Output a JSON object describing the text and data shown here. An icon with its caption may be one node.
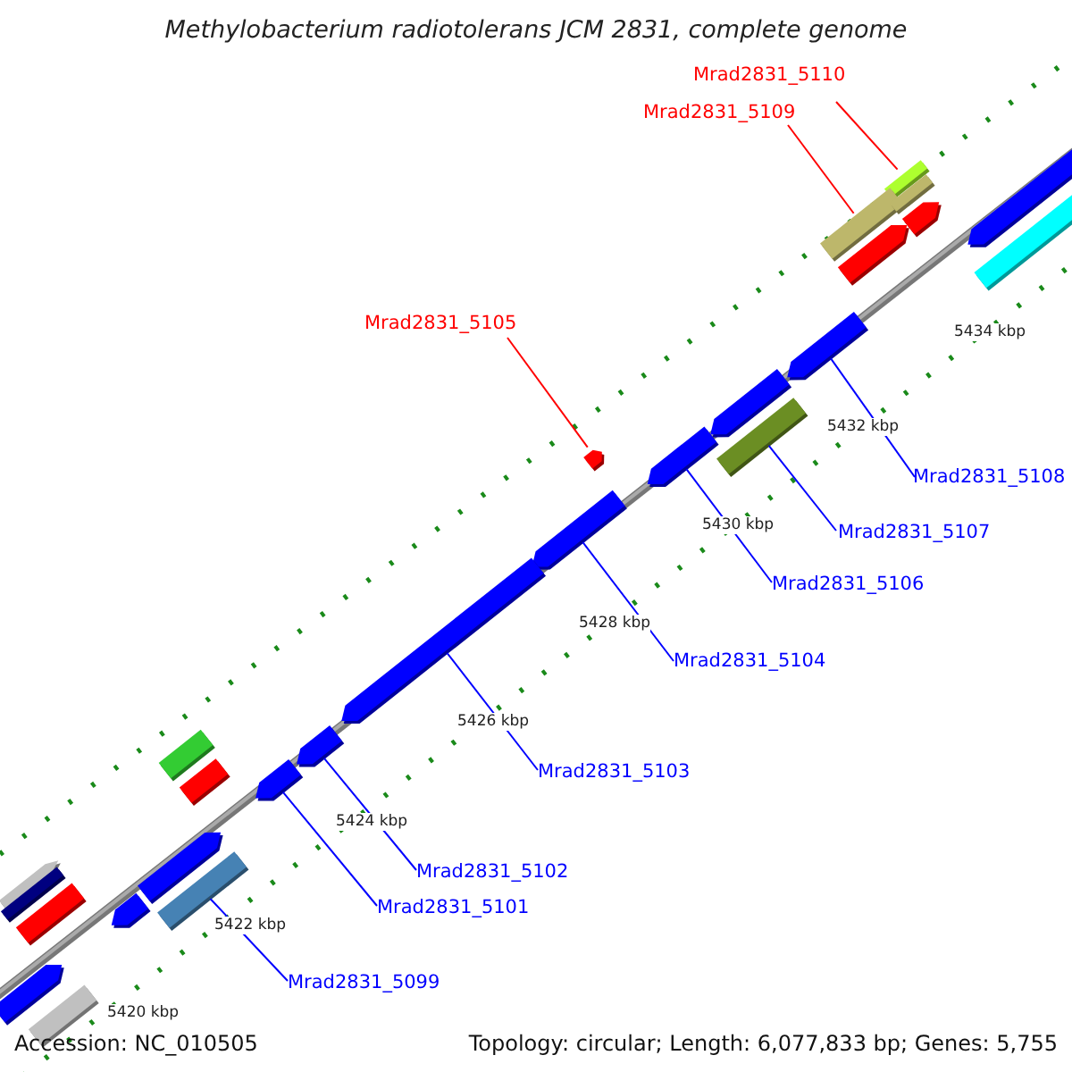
{
  "diagram": {
    "title": "Methylobacterium radiotolerans JCM 2831, complete genome",
    "nodes": [
      {
        "text": [
          "Mrad2831_5110"
        ]
      },
      {
        "text": [
          "Mrad2831_5109"
        ]
      },
      {
        "text": [
          "Mrad2831_5105"
        ]
      },
      {
        "text": [
          "Mrad2831_5108"
        ]
      },
      {
        "text": [
          "Mrad2831_5107"
        ]
      },
      {
        "text": [
          "Mrad2831_5106"
        ]
      },
      {
        "text": [
          "Mrad2831_5104"
        ]
      },
      {
        "text": [
          "Mrad2831_5103"
        ]
      },
      {
        "text": [
          "Mrad2831_5102"
        ]
      },
      {
        "text": [
          "Mrad2831_5101"
        ]
      },
      {
        "text": [
          "Mrad2831_5099"
        ]
      },
      {
        "text": [],
        "shape": "bar"
      },
      {
        "text": [],
        "shape": "bar"
      },
      {
        "text": [],
        "shape": "arrow"
      },
      {
        "text": [],
        "shape": "arrow"
      },
      {
        "text": [],
        "shape": "bar"
      },
      {
        "text": [],
        "shape": "arrow"
      },
      {
        "text": [],
        "shape": "arrow"
      },
      {
        "text": [],
        "shape": "arrow"
      },
      {
        "text": [],
        "shape": "arrow"
      },
      {
        "text": [],
        "shape": "arrow"
      },
      {
        "text": [],
        "shape": "bar"
      },
      {
        "text": [],
        "shape": "bar"
      },
      {
        "text": [],
        "shape": "arrow"
      },
      {
        "text": [],
        "shape": "arrow"
      },
      {
        "text": [],
        "shape": "arrow"
      },
      {
        "text": [],
        "shape": "arrow"
      },
      {
        "text": [],
        "shape": "bar"
      },
      {
        "text": [],
        "shape": "bar"
      },
      {
        "text": [],
        "shape": "arrow"
      },
      {
        "text": [],
        "shape": "bar"
      },
      {
        "text": [],
        "shape": "bar"
      },
      {
        "text": [],
        "shape": "arrow"
      },
      {
        "text": [],
        "shape": "bar"
      },
      {
        "text": [],
        "shape": "arrow"
      },
      {
        "text": [],
        "shape": "arrow"
      },
      {
        "text": [],
        "shape": "arrow"
      }
    ],
    "edges": [
      {
        "from": 0,
        "to": 11,
        "arrow": "none",
        "color": "#ff0000"
      },
      {
        "from": 1,
        "to": 12,
        "arrow": "none",
        "color": "#ff0000"
      },
      {
        "from": 2,
        "to": 13,
        "arrow": "none",
        "color": "#ff0000"
      },
      {
        "from": 3,
        "to": 14,
        "arrow": "none"
      },
      {
        "from": 4,
        "to": 15,
        "arrow": "none"
      },
      {
        "from": 5,
        "to": 16,
        "arrow": "none"
      },
      {
        "from": 6,
        "to": 17,
        "arrow": "none"
      },
      {
        "from": 7,
        "to": 18,
        "arrow": "none"
      },
      {
        "from": 8,
        "to": 19,
        "arrow": "none"
      },
      {
        "from": 9,
        "to": 20,
        "arrow": "none"
      },
      {
        "from": 10,
        "to": 21,
        "arrow": "none"
      }
    ],
    "labels": [
      "5434 kbp",
      "5432 kbp",
      "5430 kbp",
      "5428 kbp",
      "5426 kbp",
      "5424 kbp",
      "5422 kbp",
      "5420 kbp",
      "Accession: NC_010505",
      "Topology: circular; Length: 6,077,833 bp; Genes: 5,755"
    ]
  }
}
